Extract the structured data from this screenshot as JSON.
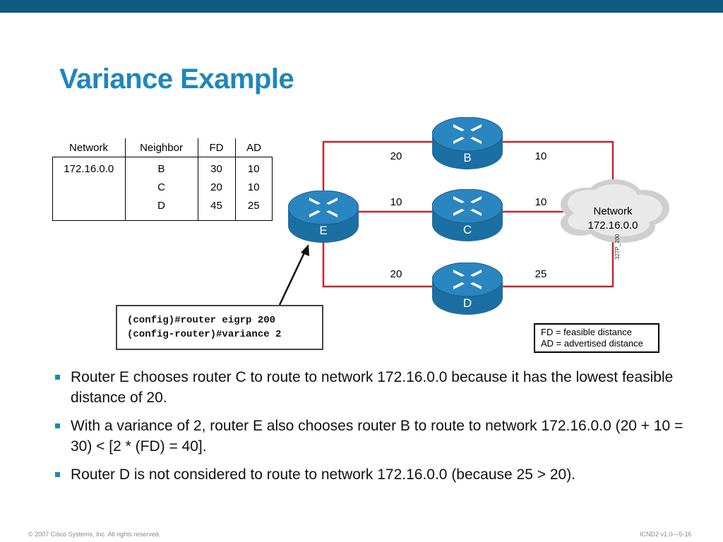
{
  "slide": {
    "title": "Variance Example",
    "footer_left": "© 2007 Cisco Systems, Inc. All rights reserved.",
    "footer_right": "ICND2 v1.0—5-16",
    "figure_code": "327P_200"
  },
  "table": {
    "headers": [
      "Network",
      "Neighbor",
      "FD",
      "AD"
    ],
    "network": "172.16.0.0",
    "neighbors": [
      "B",
      "C",
      "D"
    ],
    "fd": [
      "30",
      "20",
      "45"
    ],
    "ad": [
      "10",
      "10",
      "25"
    ]
  },
  "diagram": {
    "routers": {
      "e": "E",
      "b": "B",
      "c": "C",
      "d": "D"
    },
    "links": {
      "e_b": "20",
      "e_c": "10",
      "e_d": "20",
      "b_net": "10",
      "c_net": "10",
      "d_net": "25"
    },
    "cloud": {
      "line1": "Network",
      "line2": "172.16.0.0"
    },
    "colors": {
      "link": "#c1272d",
      "router_top": "#2a86c0",
      "router_body": "#1c6fa3"
    }
  },
  "config": {
    "line1": "(config)#router eigrp 200",
    "line2": "(config-router)#variance 2"
  },
  "legend": {
    "fd": "FD = feasible distance",
    "ad": "AD = advertised distance"
  },
  "bullets": [
    "Router E chooses router C to route to network 172.16.0.0 because it has the lowest feasible distance of 20.",
    "With a variance of 2, router E also chooses router B to route to network 172.16.0.0 (20 + 10 = 30) < [2 * (FD) = 40].",
    "Router D is not considered to route to network 172.16.0.0 (because 25 > 20)."
  ]
}
